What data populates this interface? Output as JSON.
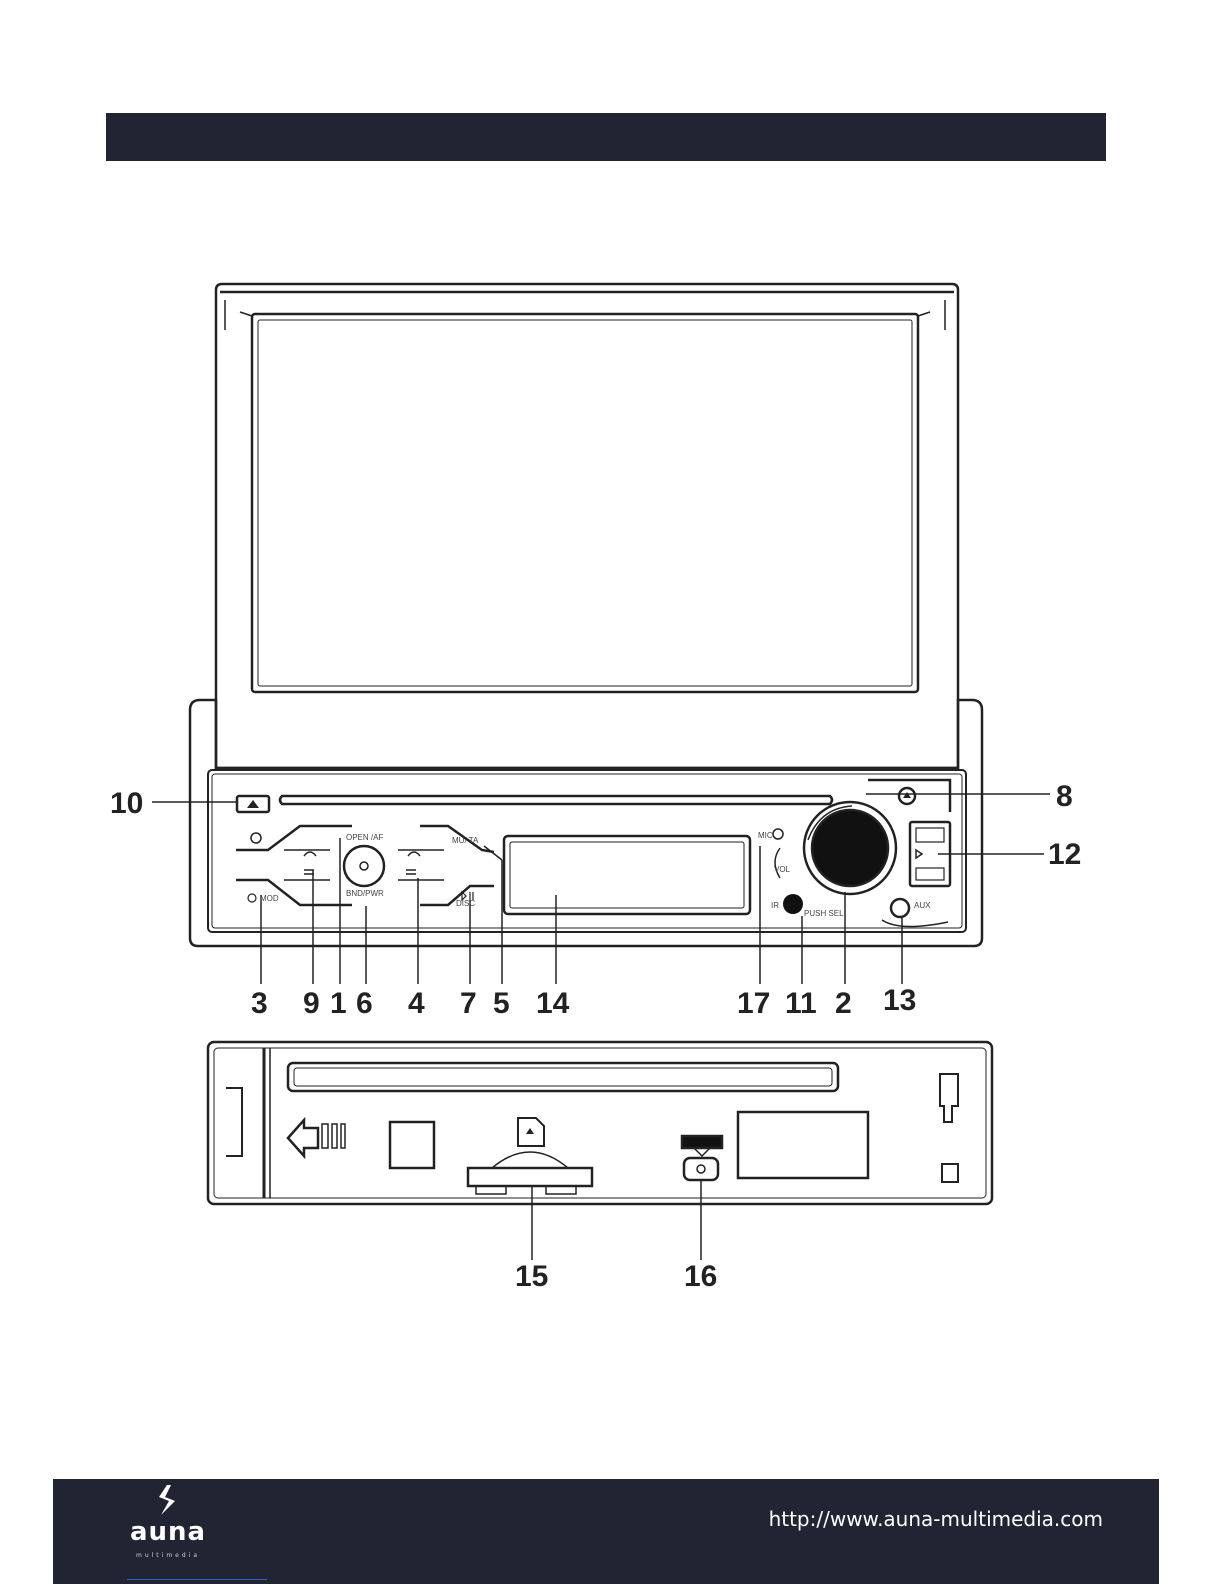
{
  "callouts": {
    "c1": "1",
    "c2": "2",
    "c3": "3",
    "c4": "4",
    "c5": "5",
    "c6": "6",
    "c7": "7",
    "c8": "8",
    "c9": "9",
    "c10": "10",
    "c11": "11",
    "c12": "12",
    "c13": "13",
    "c14": "14",
    "c15": "15",
    "c16": "16",
    "c17": "17"
  },
  "panel_labels": {
    "open": "OPEN /AF",
    "mutta": "MU/ TA",
    "mic": "MIC",
    "vol": "VOL",
    "push_sel": "PUSH SEL",
    "band": "BND/PWR",
    "disc": "DISC",
    "aux": "AUX",
    "mode": "MOD",
    "ir": "IR"
  },
  "footer": {
    "logo_text": "auna",
    "logo_sub": "multimedia",
    "url": "http://www.auna-multimedia.com"
  }
}
